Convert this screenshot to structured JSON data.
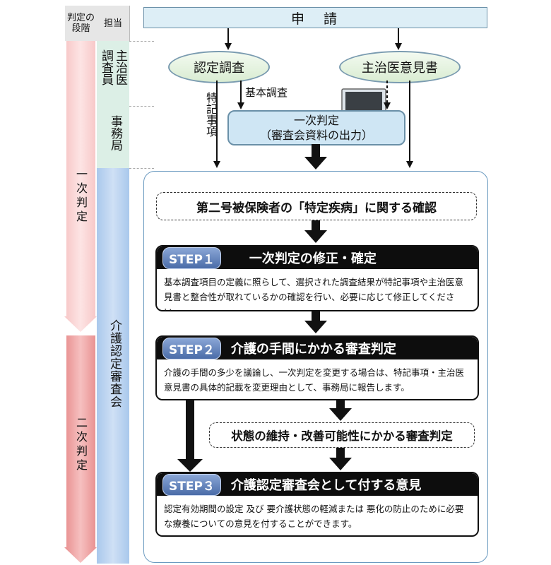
{
  "header": {
    "stage_label": "判定の\n段階",
    "role_label": "担当"
  },
  "roles": {
    "investigator_doctor": "主治医\n調査員",
    "secretariat": "事務局",
    "committee": "介護認定審査会"
  },
  "stages": {
    "primary": "一次判定",
    "secondary": "二次判定"
  },
  "flow": {
    "application": "申　請",
    "survey": "認定調査",
    "doctor_opinion": "主治医意見書",
    "special_notes": "特記事項",
    "basic_survey": "基本調査",
    "primary_judgment_line1": "一次判定",
    "primary_judgment_line2": "（審査会資料の出力）",
    "specific_disease_check": "第二号被保険者の「特定疾病」に関する確認",
    "maintenance_review": "状態の維持・改善可能性にかかる審査判定"
  },
  "steps": [
    {
      "label": "STEP１",
      "title": "一次判定の修正・確定",
      "body": "基本調査項目の定義に照らして、選択された調査結果が特記事項や主治医意見書と整合性が取れているかの確認を行い、必要に応じて修正してください。"
    },
    {
      "label": "STEP２",
      "title": "介護の手間にかかる審査判定",
      "body": "介護の手間の多少を議論し、一次判定を変更する場合は、特記事項・主治医意見書の具体的記載を変更理由として、事務局に報告します。"
    },
    {
      "label": "STEP３",
      "title": "介護認定審査会として付する意見",
      "body": "認定有効期間の設定 及び 要介護状態の軽減または 悪化の防止のために必要な療養についての意見を付することができます。"
    }
  ]
}
